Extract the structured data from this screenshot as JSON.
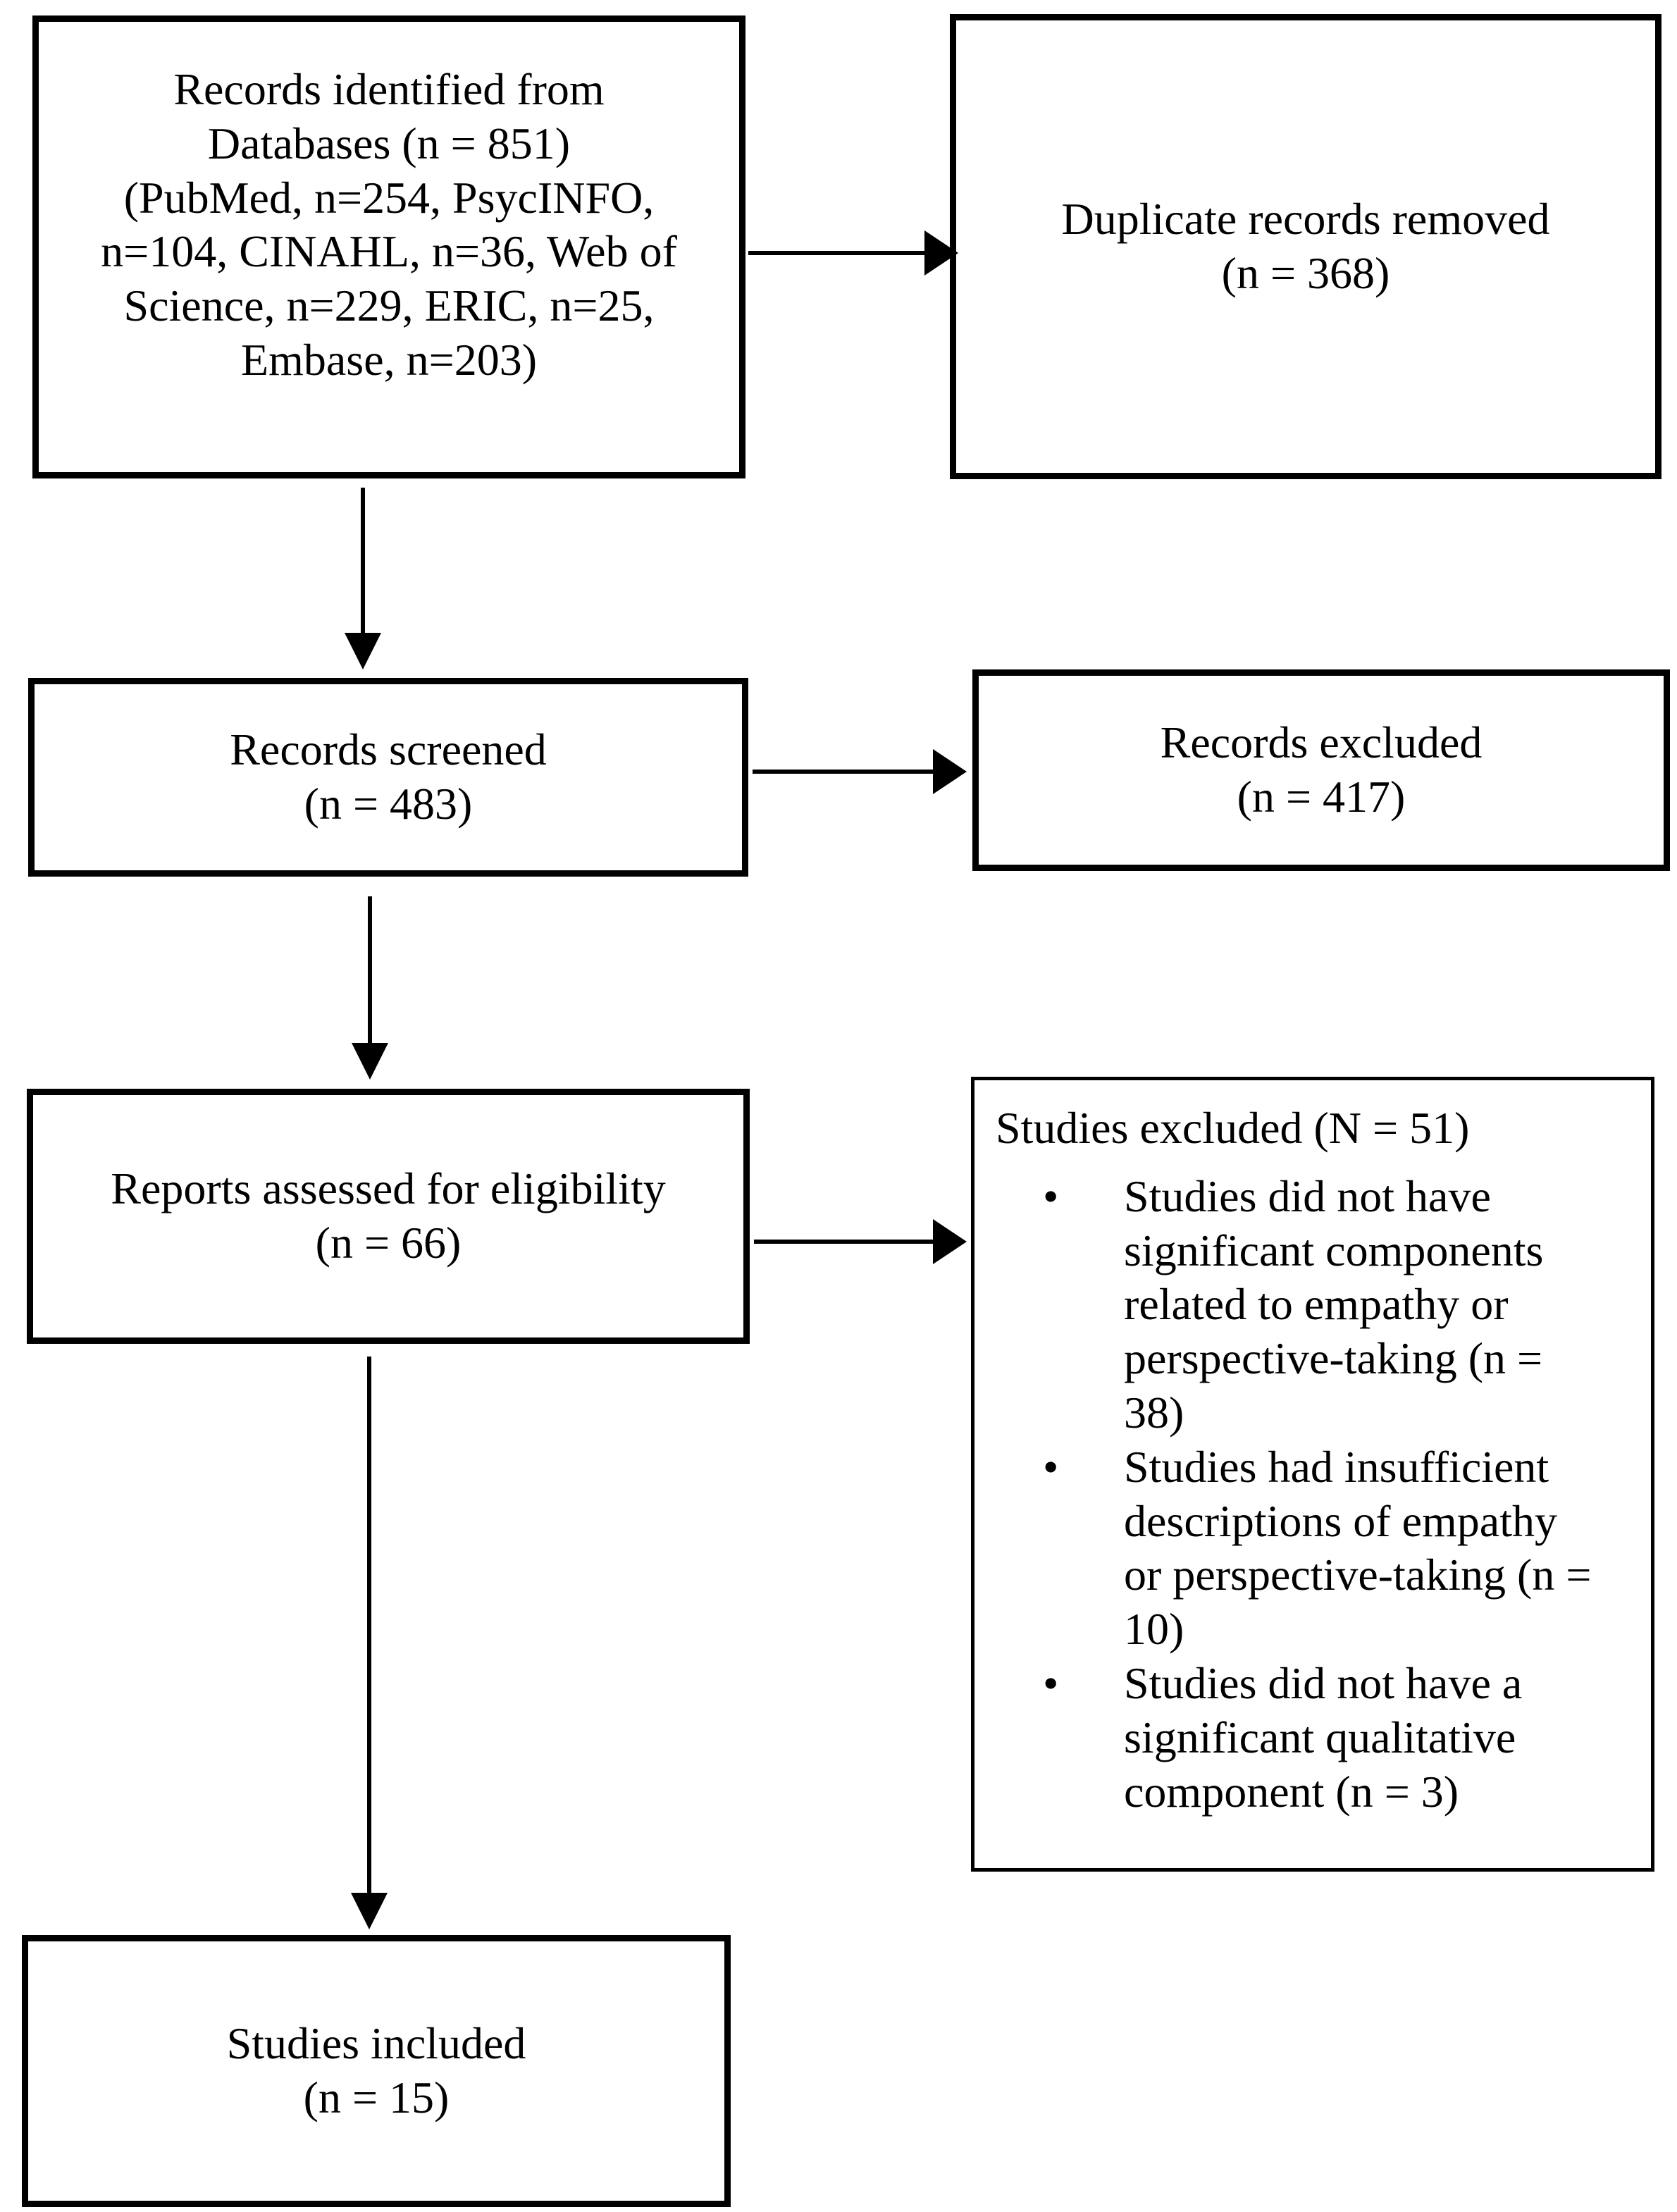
{
  "colors": {
    "ink": "#000000",
    "paper": "#ffffff"
  },
  "flowchart": {
    "identification_box": {
      "text": "Records identified from\nDatabases (n = 851)\n(PubMed, n=254, PsycINFO,\nn=104, CINAHL, n=36, Web of\nScience, n=229, ERIC, n=25,\nEmbase, n=203)"
    },
    "duplicates_removed_box": {
      "text": "Duplicate records removed\n(n = 368)"
    },
    "records_screened_box": {
      "text": "Records screened\n(n = 483)"
    },
    "records_excluded_box": {
      "text": "Records excluded\n(n = 417)"
    },
    "reports_assessed_box": {
      "text": "Reports assessed for eligibility\n(n = 66)"
    },
    "studies_excluded_box": {
      "header": "Studies excluded (N = 51)",
      "bullets": [
        "Studies did not have\nsignificant components\nrelated to empathy or\nperspective-taking (n =\n38)",
        "Studies had insufficient\ndescriptions of empathy\nor perspective-taking (n =\n10)",
        "Studies did not have a\nsignificant qualitative\ncomponent (n = 3)"
      ]
    },
    "studies_included_box": {
      "text": "Studies included\n(n = 15)"
    }
  }
}
